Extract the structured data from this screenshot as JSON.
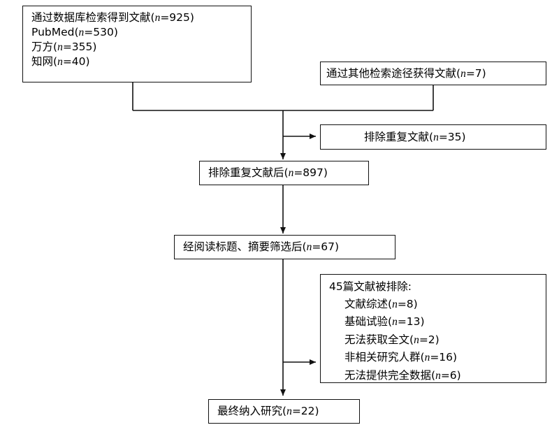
{
  "boxes": {
    "db_search": {
      "title": {
        "pre": "通过数据库检索得到文献(",
        "n": "n",
        "post": "=925)"
      },
      "items": [
        {
          "pre": "PubMed(",
          "n": "n",
          "post": "=530)"
        },
        {
          "pre": "万方(",
          "n": "n",
          "post": "=355)"
        },
        {
          "pre": "知网(",
          "n": "n",
          "post": "=40)"
        }
      ]
    },
    "other_search": {
      "pre": "通过其他检索途径获得文献(",
      "n": "n",
      "post": "=7)"
    },
    "duplicates_removed": {
      "pre": "排除重复文献(",
      "n": "n",
      "post": "=35)"
    },
    "after_dedup": {
      "pre": "排除重复文献后(",
      "n": "n",
      "post": "=897)"
    },
    "after_screening": {
      "pre": "经阅读标题、摘要筛选后(",
      "n": "n",
      "post": "=67)"
    },
    "excluded": {
      "title": "45篇文献被排除:",
      "items": [
        {
          "pre": "文献综述(",
          "n": "n",
          "post": "=8)"
        },
        {
          "pre": "基础试验(",
          "n": "n",
          "post": "=13)"
        },
        {
          "pre": "无法获取全文(",
          "n": "n",
          "post": "=2)"
        },
        {
          "pre": "非相关研究人群(",
          "n": "n",
          "post": "=16)"
        },
        {
          "pre": "无法提供完全数据(",
          "n": "n",
          "post": "=6)"
        }
      ]
    },
    "final": {
      "pre": "最终纳入研究(",
      "n": "n",
      "post": "=22)"
    }
  },
  "colors": {
    "line": "#111111",
    "background": "#ffffff"
  }
}
